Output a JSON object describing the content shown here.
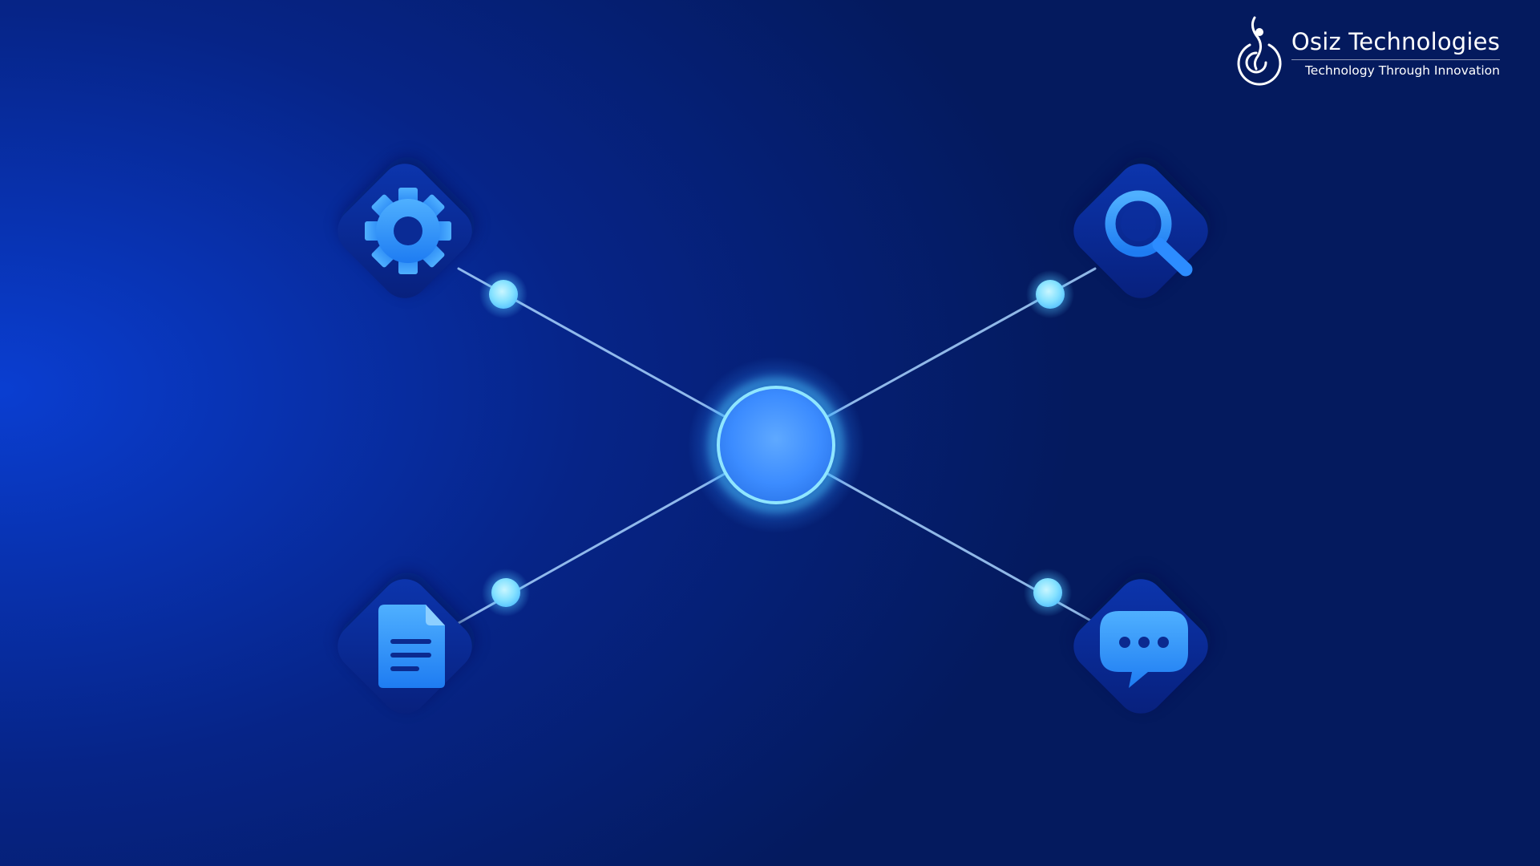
{
  "brand": {
    "name": "Osiz Technologies",
    "tagline": "Technology Through Innovation"
  },
  "diagram": {
    "hub": "hub-node",
    "nodes": [
      {
        "id": "settings",
        "icon": "gear-icon"
      },
      {
        "id": "search",
        "icon": "search-icon"
      },
      {
        "id": "document",
        "icon": "document-icon"
      },
      {
        "id": "chat",
        "icon": "chat-bubble-icon"
      }
    ]
  },
  "colors": {
    "background_dark": "#041a5e",
    "background_bright": "#0a3ed1",
    "accent": "#3d9bff",
    "glow": "#7fe4ff",
    "tile": "#0a2a8f",
    "connector": "#a9d4ff"
  }
}
